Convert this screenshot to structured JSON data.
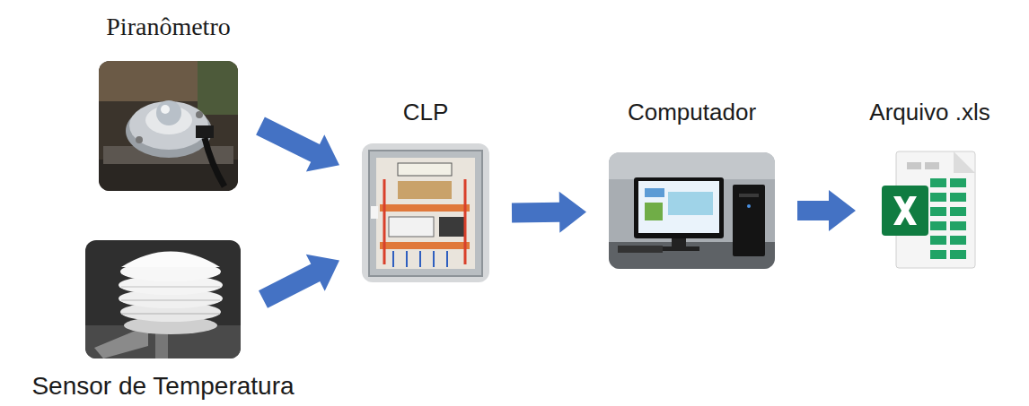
{
  "diagram": {
    "nodes": [
      {
        "text": [
          "Piranômetro"
        ]
      },
      {
        "text": [
          "Sensor de Temperatura"
        ]
      },
      {
        "text": [
          "CLP"
        ]
      },
      {
        "text": [
          "Computador"
        ]
      },
      {
        "text": [
          "Arquivo .xls"
        ]
      }
    ],
    "edges": [
      {
        "from": 0,
        "to": 2,
        "arrow": "to"
      },
      {
        "from": 1,
        "to": 2,
        "arrow": "to"
      },
      {
        "from": 2,
        "to": 3,
        "arrow": "to"
      },
      {
        "from": 3,
        "to": 4,
        "arrow": "to"
      }
    ]
  }
}
